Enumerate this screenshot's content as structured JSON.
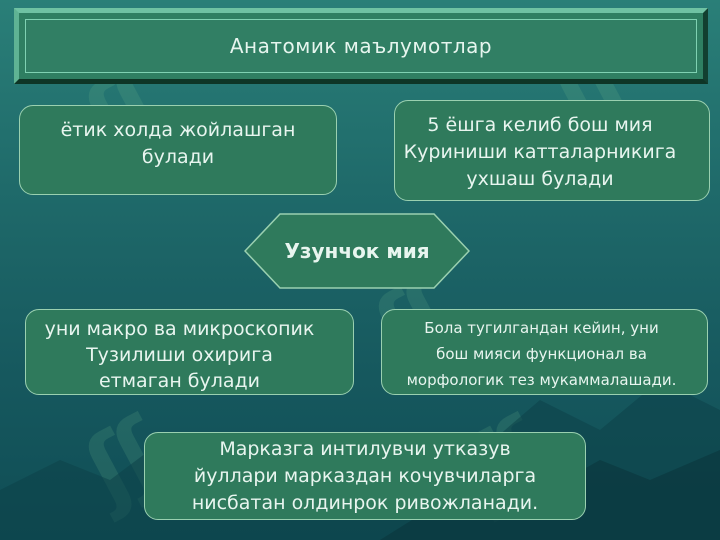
{
  "title": "Анатомик маълумотлар",
  "center": "Узунчок мия",
  "boxes": {
    "top_left": "ётик холда жойлашган\nбулади",
    "top_right": "5 ёшга келиб бош мия\nКуриниши катталарникига\nухшаш булади",
    "mid_left": "уни макро ва микроскопик\nТузилиши  охирига\nетмаган булади",
    "mid_right": "Бола тугилгандан кейин, уни\nбош мияси функционал ва\nморфологик тез мукаммалашади.",
    "bottom": "Марказга интилувчи утказув\nйуллари марказдан кочувчиларга\nнисбатан олдинрок ривожланади."
  },
  "colors": {
    "box_fill": "#2f7a5c",
    "box_border": "#9ad0b0",
    "text": "#e8f5ef",
    "background": "#1f6a6a"
  }
}
